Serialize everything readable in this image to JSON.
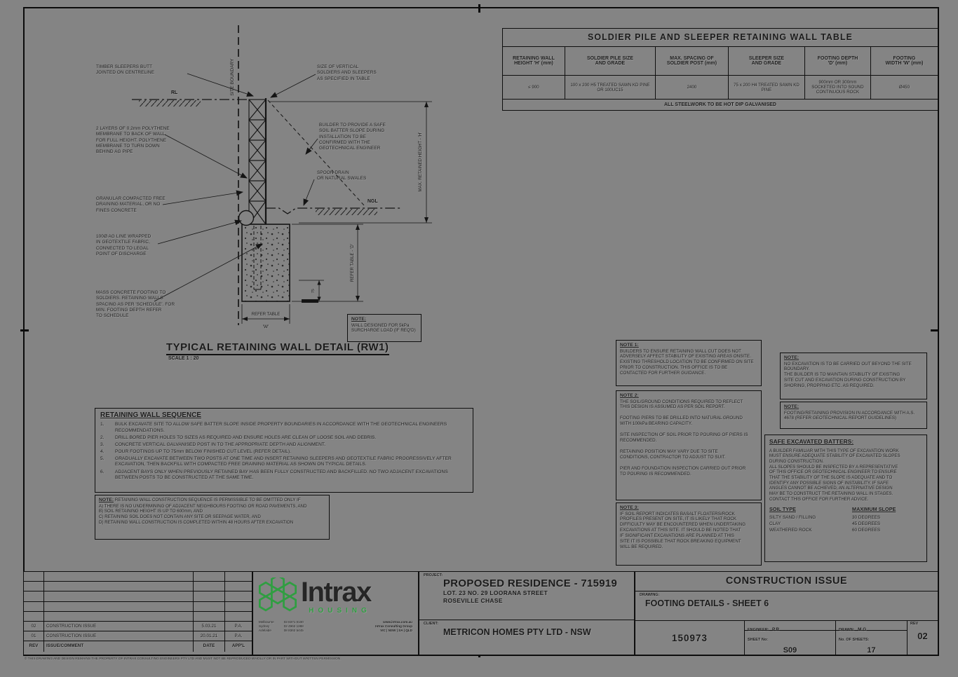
{
  "colors": {
    "background": "#848484",
    "line": "#0f0f0f",
    "accent_green": "#2f9e41"
  },
  "table": {
    "title": "SOLDIER PILE AND SLEEPER RETAINING WALL TABLE",
    "headers": [
      "RETAINING WALL\nHEIGHT 'H' (mm)",
      "SOLDIER PILE SIZE\nAND GRADE",
      "MAX. SPACING OF\nSOLDIER POST (mm)",
      "SLEEPER SIZE\nAND GRADE",
      "FOOTING DEPTH\n'D' (mm)",
      "FOOTING\nWIDTH 'W' (mm)"
    ],
    "row": [
      "≤ 900",
      "100 x 200 H5 TREATED SAWN KD PINE\nOR 100UC15",
      "2400",
      "75 x 200 H4 TREATED SAWN KD\nPINE",
      "900mm OR 300mm\nSOCKETED INTO SOUND\nCONTINUOUS ROCK",
      "Ø450"
    ],
    "footer": "ALL STEELWORK TO BE HOT DIP GALVANISED"
  },
  "detail": {
    "title": "TYPICAL RETAINING WALL DETAIL (RW1)",
    "scale": "SCALE 1 : 20",
    "site_boundary": "SITE BOUNDARY",
    "rl": "RL",
    "ngl": "NGL",
    "left_labels": [
      "TIMBER SLEEPERS BUTT\nJOINTED ON CENTRELINE",
      "2 LAYERS OF 0.2mm POLYTHENE\nMEMBRANE TO BACK OF WALL,\nFOR FULL HEIGHT. POLYTHENE\nMEMBRANE TO TURN DOWN\nBEHIND AG PIPE",
      "GRANULAR COMPACTED FREE\nDRAINING MATERIAL, OR NO\nFINES CONCRETE",
      "100Ø AG LINE WRAPPED\nIN GEOTEXTILE FABRIC,\nCONNECTED TO LEGAL\nPOINT OF DISCHARGE",
      "MASS CONCRETE FOOTING TO\nSOLDIERS. RETAINING WALLS\nSPACING AS PER 'SCHEDULE'. FOR\nMIN. FOOTING DEPTH REFER\nTO SCHEDULE"
    ],
    "right_labels": [
      "SIZE OF VERTICAL\nSOLDIERS AND SLEEPERS\nAS SPECIFIED IN TABLE",
      "BUILDER TO PROVIDE A SAFE\nSOIL BATTER SLOPE DURING\nINSTALLATION TO BE\nCONFIRMED WITH THE\nGEOTECHNICAL ENGINEER",
      "SPOON DRAIN\nOR NATURAL SWALES"
    ],
    "dim_h": "MAX. RETAINED HEIGHT - 'H'",
    "dim_d": "REFER TABLE - 'D'",
    "dim_75": "75",
    "dim_w1": "REFER TABLE",
    "dim_w2": "'W'",
    "note_title": "NOTE:",
    "note_body": "WALL DESIGNED FOR 5kPa\nSURCHARGE LOAD (IF REQ'D)"
  },
  "sequence": {
    "heading": "RETAINING WALL SEQUENCE",
    "numbers": [
      "1.",
      "2.",
      "3.",
      "4.",
      "5.",
      "6."
    ],
    "items": [
      "BULK EXCAVATE SITE TO ALLOW SAFE BATTER SLOPE INSIDE PROPERTY BOUNDARIES IN ACCORDANCE WITH THE GEOTECHNICAL ENGINEERS RECOMMENDATIONS.",
      "DRILL BORED PIER HOLES TO SIZES AS REQUIRED AND ENSURE HOLES ARE CLEAN OF LOOSE SOIL AND DEBRIS.",
      "CONCRETE VERTICAL GALVANISED POST IN TO THE APPROPRIATE DEPTH AND ALIGNMENT.",
      "POUR FOOTINGS UP TO 75mm BELOW FINISHED CUT LEVEL (REFER DETAIL).",
      "GRADUALLY EXCAVATE BETWEEN TWO POSTS AT ONE TIME AND INSERT RETAINING SLEEPERS AND GEOTEXTILE FABRIC PROGRESSIVELY AFTER EXCAVATION, THEN BACKFILL WITH COMPACTED FREE DRAINING MATERIAL AS SHOWN ON TYPICAL DETAILS.",
      "ADJACENT BAYS ONLY WHEN PREVIOUSLY RETAINED BAY HAS BEEN FULLY CONSTRUCTED AND BACKFILLED. NO TWO ADJACENT EXCAVATIONS BETWEEN POSTS TO BE CONSTRUCTED AT THE SAME TIME."
    ]
  },
  "seq_note": {
    "title": "NOTE:",
    "body": "RETAINING WALL CONSTRUCTION SEQUENCE IS PERMISSIBLE TO BE OMITTED ONLY IF\nA) THERE IS NO UNDERMINING OF ADJACENT NEIGHBOURS FOOTING OR ROAD PAVEMENTS, AND\nB) SOIL RETAINING HEIGHT IS UP TO 600mm, AND\nC) RETAINING SOIL DOES NOT CONTAIN ANY SITE OR SEEPAGE WATER, AND\nD) RETAINING WALL CONSTRUCTION IS COMPLETED WITHIN 48 HOURS AFTER EXCAVATION"
  },
  "notes": {
    "n1_title": "NOTE 1:",
    "n1_body": "BUILDERS TO ENSURE RETAINING WALL CUT DOES NOT\nADVERSELY AFFECT STABILITY OF EXISTING AREAS ONSITE.\nEXISTING THRESHOLD LOCATION TO BE CONFIRMED ON SITE\nPRIOR TO CONSTRUCTION. THIS OFFICE IS TO BE\nCONTACTED FOR FURTHER GUIDANCE.",
    "n2_title": "NOTE 2:",
    "n2_body": "THE SOIL/GROUND CONDITIONS REQUIRED TO REFLECT\nTHIS DESIGN IS ASSUMED AS PER SOIL REPORT.\n\nFOOTING PIERS TO BE DRILLED INTO NATURAL GROUND\nWITH 100kPa BEARING CAPACITY.\n\nSITE INSPECTION OF SOIL PRIOR TO POURING OF PIERS IS\nRECOMMENDED.\n\nRETAINING POSITION MAY VARY DUE TO SITE\nCONDITIONS, CONTRACTOR TO ADJUST TO SUIT.\n\nPIER AND FOUNDATION INSPECTION CARRIED OUT PRIOR\nTO POURING IS RECOMMENDED.",
    "n3_title": "NOTE 3:",
    "n3_body": "IF SOIL REPORT INDICATES BASALT FLOATERS/ROCK\nPROFILES PRESENT ON SITE, IT IS LIKELY THAT ROCK\nDIFFICULTY MAY BE ENCOUNTERED WHEN UNDERTAKING\nEXCAVATIONS AT THIS SITE. IT SHOULD BE NOTED THAT\nIF SIGNIFICANT EXCAVATIONS ARE PLANNED AT THIS\nSITE IT IS POSSIBLE THAT ROCK BREAKING EQUIPMENT\nWILL BE REQUIRED.",
    "r1_title": "NOTE:",
    "r1_body": "NO EXCAVATION IS TO BE CARRIED OUT BEYOND THE SITE\nBOUNDARY.\nTHE BUILDER IS TO MAINTAIN STABILITY OF EXISTING\nSITE CUT AND EXCAVATION DURING CONSTRUCTION BY\nSHORING, PROPPING ETC. AS REQUIRED.",
    "r2_title": "NOTE:",
    "r2_body": "FOOTING/RETAINING PROVISION IN ACCORDANCE WITH A.S.\n4678 (REFER GEOTECHNICAL REPORT GUIDELINES)"
  },
  "batters": {
    "heading": "SAFE EXCAVATED BATTERS:",
    "body": "A BUILDER FAMILIAR WITH THIS TYPE OF EXCAVATION WORK\nMUST ENSURE ADEQUATE STABILITY OF EXCAVATED SLOPES\nDURING CONSTRUCTION.\nALL SLOPES SHOULD BE INSPECTED BY A REPRESENTATIVE\nOF THIS OFFICE OR GEOTECHNICAL ENGINEER TO ENSURE\nTHAT THE STABILITY OF THE SLOPE IS ADEQUATE AND TO\nIDENTIFY ANY POSSIBLE SIGNS OF INSTABILITY. IF SAFE\nANGLES CANNOT BE ACHIEVED, AN ALTERNATIVE DESIGN\nMAY BE TO CONSTRUCT THE RETAINING WALL IN STAGES.\nCONTACT THIS OFFICE FOR FURTHER ADVICE.",
    "soil_header": "SOIL TYPE",
    "slope_header": "MAXIMUM SLOPE",
    "soils": [
      "SILTY SAND / FILLING",
      "CLAY",
      "WEATHERED ROCK"
    ],
    "slopes": [
      "30 DEGREES",
      "45 DEGREES",
      "60 DEGREES"
    ]
  },
  "titleblock": {
    "revisions": {
      "header": [
        "REV",
        "ISSUE/COMMENT",
        "DATE",
        "APP'L"
      ],
      "rows": [
        [
          "02",
          "CONSTRUCTION ISSUE",
          "5.03.21",
          "P.A."
        ],
        [
          "01",
          "CONSTRUCTION ISSUE",
          "20.01.21",
          "P.A."
        ]
      ]
    },
    "logo": {
      "brand": "Intrax",
      "division": "HOUSING",
      "contact1": "Melbourne\nSydney\nAdelaide",
      "contact2": "03 8371 0100\n02 4962 1388\n08 8362 5445",
      "contact3": "www.intrax.com.au\nIntrax Consulting Group\nVIC | NSW | SA | QLD"
    },
    "project": {
      "label": "PROJECT:",
      "name": "PROPOSED RESIDENCE - 715919",
      "address1": "LOT. 23 NO. 29 LOORANA STREET",
      "address2": "ROSEVILLE CHASE"
    },
    "client": {
      "label": "CLIENT:",
      "name": "METRICON HOMES PTY LTD - NSW"
    },
    "issue": "CONSTRUCTION ISSUE",
    "drawing": {
      "label": "DRAWING:",
      "name": "FOOTING DETAILS - SHEET 6"
    },
    "job_number": "150973",
    "engineer": {
      "label": "ENGINEER:",
      "value": "P.R"
    },
    "sheet": {
      "label": "SHEET No:",
      "value": "S09"
    },
    "drawn": {
      "label": "DRAWN:",
      "value": "M.G"
    },
    "sheets": {
      "label": "No. OF SHEETS:",
      "value": "17"
    },
    "rev": {
      "label": "REV",
      "value": "02"
    },
    "copyright": "© THIS DRAWING AND DESIGN REMAINS THE PROPERTY OF INTRAX CONSULTING ENGINEERS PTY LTD AND MUST NOT BE REPRODUCED WHOLLY OR IN PART WITHOUT WRITTEN PERMISSION."
  }
}
